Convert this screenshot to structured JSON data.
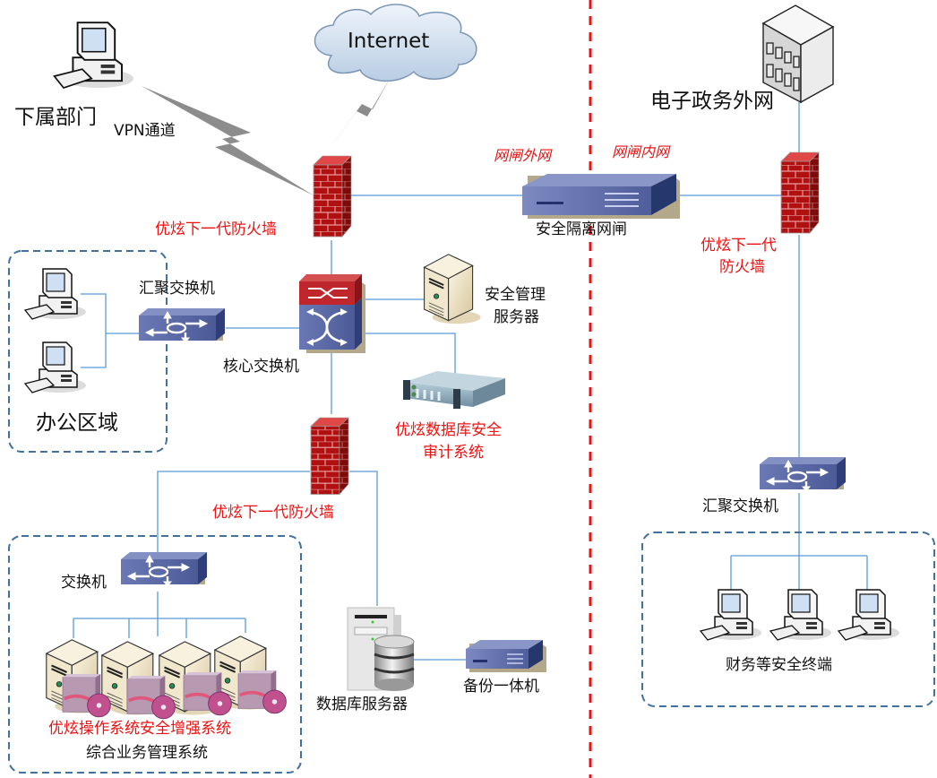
{
  "diagram": {
    "title": "网络安全拓扑",
    "colors": {
      "link": "#5b9bd5",
      "divider": "#ee1111",
      "zone_border": "#41719c",
      "label_red": "#ee1111",
      "label_black": "#111111",
      "firewall": "#b01818",
      "switch": "#5a67a5",
      "gateway": "#5a67a5"
    },
    "nodes": {
      "branch_pc": {
        "label": "下属部门",
        "icon": "computer-icon"
      },
      "internet": {
        "label": "Internet",
        "icon": "cloud-icon"
      },
      "vpn": {
        "label": "VPN通道",
        "icon": "lightning-link-icon"
      },
      "fw_top": {
        "label": "优炫下一代防火墙",
        "icon": "firewall-icon"
      },
      "gap_outer": {
        "label": "网闸外网"
      },
      "gap_inner": {
        "label": "网闸内网"
      },
      "gateway": {
        "label": "安全隔离网闸",
        "icon": "gateway-appliance-icon"
      },
      "egov": {
        "label": "电子政务外网",
        "icon": "building-icon"
      },
      "fw_right_line1": {
        "label": "优炫下一代"
      },
      "fw_right_line2": {
        "label": "防火墙"
      },
      "agg_switch_left": {
        "label": "汇聚交换机",
        "icon": "switch-icon"
      },
      "core_switch": {
        "label": "核心交换机",
        "icon": "core-switch-icon"
      },
      "mgmt_server_line1": {
        "label": "安全管理"
      },
      "mgmt_server_line2": {
        "label": "服务器"
      },
      "audit_line1": {
        "label": "优炫数据库安全"
      },
      "audit_line2": {
        "label": "审计系统"
      },
      "office_zone": {
        "label": "办公区域",
        "icon": "computer-icon"
      },
      "fw_mid": {
        "label": "优炫下一代防火墙",
        "icon": "firewall-icon"
      },
      "switch_bottom": {
        "label": "交换机",
        "icon": "switch-icon"
      },
      "os_security": {
        "label": "优炫操作系统安全增强系统"
      },
      "biz_system": {
        "label": "综合业务管理系统",
        "icon": "server-icon"
      },
      "db_server": {
        "label": "数据库服务器",
        "icon": "database-server-icon"
      },
      "backup": {
        "label": "备份一体机",
        "icon": "backup-appliance-icon"
      },
      "agg_switch_right": {
        "label": "汇聚交换机",
        "icon": "switch-icon"
      },
      "finance_terminals": {
        "label": "财务等安全终端",
        "icon": "computer-icon"
      }
    }
  }
}
